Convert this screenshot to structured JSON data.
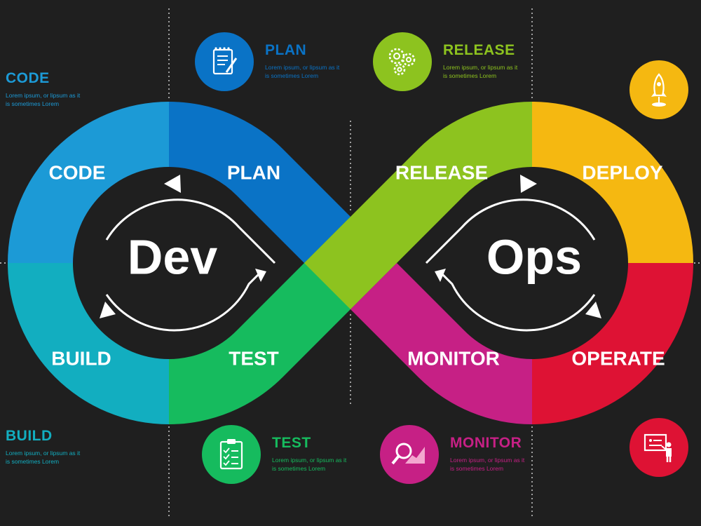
{
  "center": {
    "dev": "Dev",
    "ops": "Ops"
  },
  "segments": {
    "code": "CODE",
    "plan": "PLAN",
    "build": "BUILD",
    "test": "TEST",
    "release": "RELEASE",
    "deploy": "DEPLOY",
    "monitor": "MONITOR",
    "operate": "OPERATE"
  },
  "info": {
    "code": {
      "title": "CODE",
      "desc": "Lorem ipsum, or lipsum as it is sometimes Lorem"
    },
    "plan": {
      "title": "PLAN",
      "desc": "Lorem ipsum, or lipsum as it is sometimes Lorem"
    },
    "release": {
      "title": "RELEASE",
      "desc": "Lorem ipsum, or lipsum as it is sometimes Lorem"
    },
    "build": {
      "title": "BUILD",
      "desc": "Lorem ipsum, or lipsum as it is sometimes Lorem"
    },
    "test": {
      "title": "TEST",
      "desc": "Lorem ipsum, or lipsum as it is sometimes Lorem"
    },
    "monitor": {
      "title": "MONITOR",
      "desc": "Lorem ipsum, or lipsum as it is sometimes Lorem"
    }
  },
  "icons": {
    "plan": "notepad-pen-icon",
    "release": "gears-icon",
    "deploy": "rocket-icon",
    "test": "checklist-icon",
    "monitor": "magnifier-chart-icon",
    "operate": "presenter-board-icon"
  },
  "colors": {
    "background": "#1f1f1f",
    "code": "#1c9ad6",
    "plan": "#0a73c6",
    "build": "#12aec0",
    "test": "#16bb5e",
    "release": "#8dc31f",
    "deploy": "#f5b811",
    "monitor": "#c62085",
    "operate": "#de1234"
  }
}
